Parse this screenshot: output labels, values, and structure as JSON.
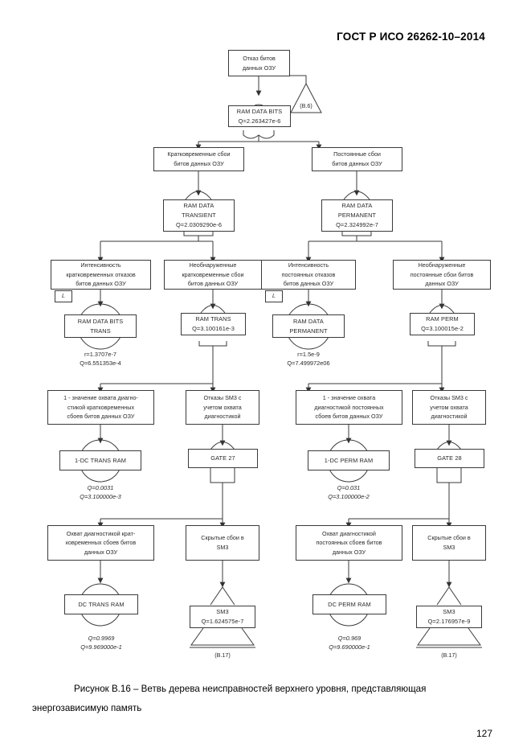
{
  "header": {
    "standard": "ГОСТ Р ИСО 26262-10–2014"
  },
  "caption": {
    "line1": "Рисунок В.16 –   Ветвь дерева неисправностей верхнего уровня, представляющая",
    "line2": "энергозависимую память"
  },
  "page_number": "127",
  "chart_data": {
    "type": "diagram",
    "diagram_kind": "fault-tree",
    "title": "Ветвь дерева неисправностей верхнего уровня, представляющая энергозависимую память",
    "nodes": [
      {
        "id": "top",
        "kind": "event-box",
        "lines": [
          "Отказ битов",
          "данных ОЗУ"
        ]
      },
      {
        "id": "transfer_b6",
        "kind": "transfer-triangle",
        "label": "(В.6)"
      },
      {
        "id": "ram_data_bits",
        "kind": "gate-or",
        "lines": [
          "RAM DATA BITS",
          "Q=2.263427e-6"
        ]
      },
      {
        "id": "trans_event",
        "kind": "event-box",
        "lines": [
          "Кратковременные сбои",
          "битов данных ОЗУ"
        ]
      },
      {
        "id": "perm_event",
        "kind": "event-box",
        "lines": [
          "Постоянные сбои",
          "битов данных ОЗУ"
        ]
      },
      {
        "id": "ram_data_transient",
        "kind": "gate-or",
        "lines": [
          "RAM DATA",
          "TRANSIENT",
          "Q=2.0309290e-6"
        ]
      },
      {
        "id": "ram_data_permanent",
        "kind": "gate-or",
        "lines": [
          "RAM DATA",
          "PERMANENT",
          "Q=2.324992e-7"
        ]
      },
      {
        "id": "int_trans",
        "kind": "event-box",
        "lines": [
          "Интенсивность",
          "кратковременных отказов",
          "битов данных ОЗУ"
        ],
        "marker": "L"
      },
      {
        "id": "undet_trans",
        "kind": "event-box",
        "lines": [
          "Необнаруженные",
          "кратковременные сбои",
          "битов данных ОЗУ"
        ]
      },
      {
        "id": "int_perm",
        "kind": "event-box",
        "lines": [
          "Интенсивность",
          "постоянных отказов",
          "битов данных ОЗУ"
        ],
        "marker": "L"
      },
      {
        "id": "undet_perm",
        "kind": "event-box",
        "lines": [
          "Необнаруженные",
          "постоянные сбои битов",
          "данных ОЗУ"
        ]
      },
      {
        "id": "ram_data_bits_trans",
        "kind": "basic-circle",
        "lines": [
          "RAM DATA BITS",
          "TRANS"
        ],
        "values": [
          "r=1.3707e-7",
          "Q=6.551353e-4"
        ]
      },
      {
        "id": "ram_trans",
        "kind": "gate-or",
        "lines": [
          "RAM TRANS",
          "Q=3.100161e-3"
        ]
      },
      {
        "id": "ram_data_perm",
        "kind": "basic-circle",
        "lines": [
          "RAM DATA",
          "PERMANENT"
        ],
        "values": [
          "r=1.5e-9",
          "Q=7.499972е06"
        ]
      },
      {
        "id": "ram_perm",
        "kind": "gate-or",
        "lines": [
          "RAM PERM",
          "Q=3.100015e-2"
        ]
      },
      {
        "id": "one_minus_dc_trans",
        "kind": "event-box",
        "lines": [
          "1 - значение охвата диагно-",
          "стикой  кратковременных",
          "сбоев битов данных  ОЗУ"
        ]
      },
      {
        "id": "sm3_fail_trans",
        "kind": "event-box",
        "lines": [
          "Отказы SM3 с",
          "учетом охвата",
          "диагностикой"
        ]
      },
      {
        "id": "one_minus_dc_perm",
        "kind": "event-box",
        "lines": [
          "1 - значение охвата",
          "диагностикой  постоянных",
          "сбоев битов данных ОЗУ"
        ]
      },
      {
        "id": "sm3_fail_perm",
        "kind": "event-box",
        "lines": [
          "Отказы SM3 с",
          "учетом охвата",
          "диагностикой"
        ]
      },
      {
        "id": "dc_trans_ram_inv",
        "kind": "basic-circle",
        "lines": [
          "1-DC TRANS RAM"
        ],
        "values": [
          "Q=0.0031",
          "Q=3.100000e-3"
        ]
      },
      {
        "id": "gate27",
        "kind": "gate-or",
        "lines": [
          "GATE 27"
        ]
      },
      {
        "id": "dc_perm_ram_inv",
        "kind": "basic-circle",
        "lines": [
          "1-DC PERM RAM"
        ],
        "values": [
          "Q=0.031",
          "Q=3.100000e-2"
        ]
      },
      {
        "id": "gate28",
        "kind": "gate-or",
        "lines": [
          "GATE 28"
        ]
      },
      {
        "id": "dc_cov_trans",
        "kind": "event-box",
        "lines": [
          "Охват диагностикой  крат-",
          "ковременных сбоев  битов",
          "данных ОЗУ"
        ]
      },
      {
        "id": "hidden_sm3_trans",
        "kind": "event-box",
        "lines": [
          "Скрытые сбои в",
          "SM3"
        ]
      },
      {
        "id": "dc_cov_perm",
        "kind": "event-box",
        "lines": [
          "Охват диагностикой",
          "постоянных сбоев  битов",
          "данных ОЗУ"
        ]
      },
      {
        "id": "hidden_sm3_perm",
        "kind": "event-box",
        "lines": [
          "Скрытые сбои в",
          "SM3"
        ]
      },
      {
        "id": "dc_trans_ram",
        "kind": "basic-circle",
        "lines": [
          "DC TRANS RAM"
        ],
        "values": [
          "Q=0.9969",
          "Q=9.969000e-1"
        ]
      },
      {
        "id": "sm3_trans",
        "kind": "gate-transfer",
        "lines": [
          "SM3",
          "Q=1.624575e-7"
        ],
        "label": "(В.17)"
      },
      {
        "id": "dc_perm_ram",
        "kind": "basic-circle",
        "lines": [
          "DC PERM RAM"
        ],
        "values": [
          "Q=0.969",
          "Q=9.690000e-1"
        ]
      },
      {
        "id": "sm3_perm",
        "kind": "gate-transfer",
        "lines": [
          "SM3",
          "Q=2.176957e-9"
        ],
        "label": "(В.17)"
      }
    ]
  }
}
